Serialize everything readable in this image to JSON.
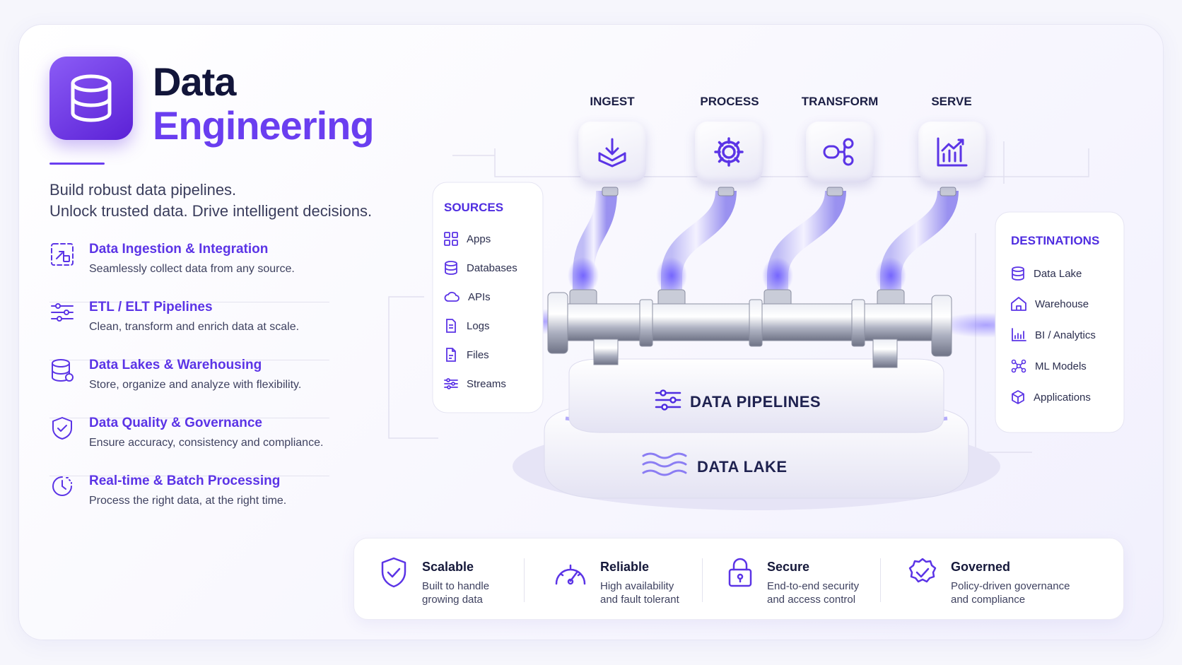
{
  "header": {
    "title_line1": "Data",
    "title_line2": "Engineering",
    "tagline_line1": "Build robust data pipelines.",
    "tagline_line2": "Unlock trusted data. Drive intelligent decisions."
  },
  "features": [
    {
      "title": "Data Ingestion & Integration",
      "desc": "Seamlessly collect data from any source.",
      "icon": "integration-icon"
    },
    {
      "title": "ETL / ELT Pipelines",
      "desc": "Clean, transform and enrich data at scale.",
      "icon": "pipeline-sliders-icon"
    },
    {
      "title": "Data Lakes & Warehousing",
      "desc": "Store, organize and analyze with flexibility.",
      "icon": "database-icon"
    },
    {
      "title": "Data Quality & Governance",
      "desc": "Ensure accuracy, consistency and compliance.",
      "icon": "shield-check-icon"
    },
    {
      "title": "Real-time & Batch Processing",
      "desc": "Process the right data, at the right time.",
      "icon": "clock-icon"
    }
  ],
  "phases": [
    "INGEST",
    "PROCESS",
    "TRANSFORM",
    "SERVE"
  ],
  "sources": {
    "title": "SOURCES",
    "items": [
      "Apps",
      "Databases",
      "APIs",
      "Logs",
      "Files",
      "Streams"
    ]
  },
  "destinations": {
    "title": "DESTINATIONS",
    "items": [
      "Data Lake",
      "Warehouse",
      "BI / Analytics",
      "ML Models",
      "Applications"
    ]
  },
  "platform": {
    "pipelines_label": "DATA PIPELINES",
    "lake_label": "DATA LAKE"
  },
  "benefits": [
    {
      "title": "Scalable",
      "line1": "Built to handle",
      "line2": "growing data"
    },
    {
      "title": "Reliable",
      "line1": "High availability",
      "line2": "and fault tolerant"
    },
    {
      "title": "Secure",
      "line1": "End-to-end security",
      "line2": "and access control"
    },
    {
      "title": "Governed",
      "line1": "Policy-driven governance",
      "line2": "and compliance"
    }
  ],
  "colors": {
    "accent": "#6a3ef0",
    "accent_dark": "#5b21d6",
    "heading": "#12153a",
    "glow": "#7c6cf6"
  }
}
